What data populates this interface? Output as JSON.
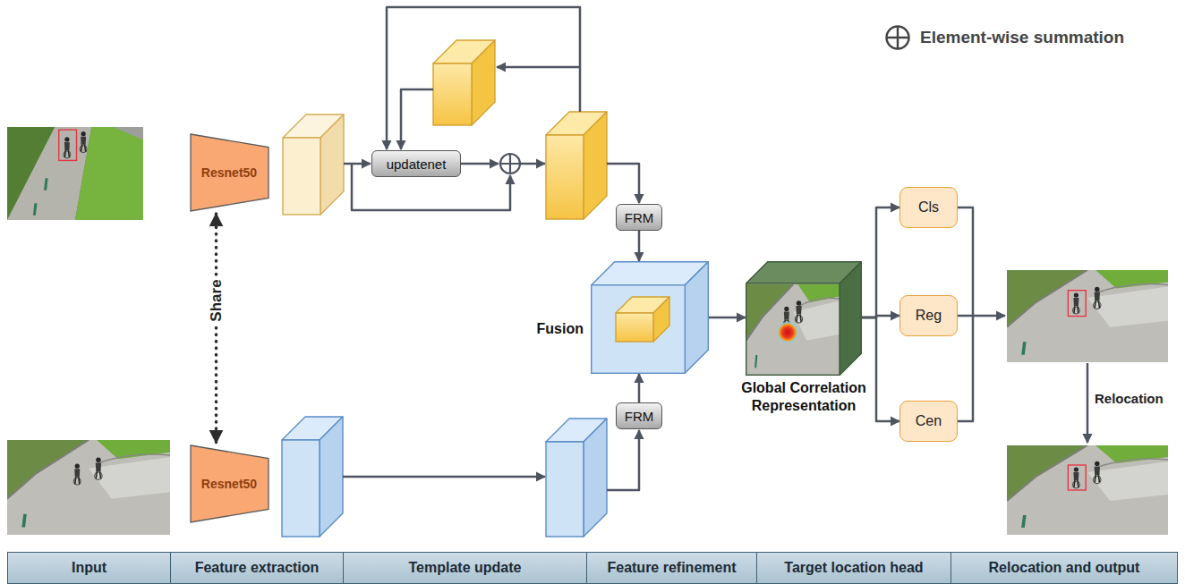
{
  "diagram": {
    "nodes": [
      {
        "text": [
          "Resnet50"
        ]
      },
      {
        "text": [
          "updatenet"
        ]
      },
      {
        "text": [
          "FRM"
        ]
      },
      {
        "text": [
          "Fusion"
        ]
      },
      {
        "text": [
          "Global Correlation Representation"
        ]
      },
      {
        "text": [
          "Cls"
        ]
      },
      {
        "text": [
          "Reg"
        ]
      },
      {
        "text": [
          "Cen"
        ]
      },
      {
        "text": [
          "FRM"
        ]
      },
      {
        "text": [
          "Resnet50"
        ]
      },
      {
        "text": [
          "Input"
        ]
      },
      {
        "text": [
          "Feature extraction"
        ]
      },
      {
        "text": [
          "Template update"
        ]
      },
      {
        "text": [
          "Feature refinement"
        ]
      },
      {
        "text": [
          "Target location head"
        ]
      },
      {
        "text": [
          "Relocation and output"
        ]
      }
    ],
    "edges": [
      {
        "from": 0,
        "to": 9,
        "label": "Share",
        "arrow": "both"
      },
      {
        "from": 2,
        "to": 3,
        "arrow": "to"
      },
      {
        "from": 8,
        "to": 3,
        "arrow": "to"
      },
      {
        "from": 3,
        "to": 4,
        "arrow": "to"
      },
      {
        "from": 4,
        "to": 5,
        "arrow": "to"
      },
      {
        "from": 4,
        "to": 6,
        "arrow": "to"
      },
      {
        "from": 4,
        "to": 7,
        "arrow": "to"
      }
    ],
    "labels": [
      "Relocation"
    ],
    "legend": [
      {
        "text": "Element-wise summation"
      }
    ]
  }
}
